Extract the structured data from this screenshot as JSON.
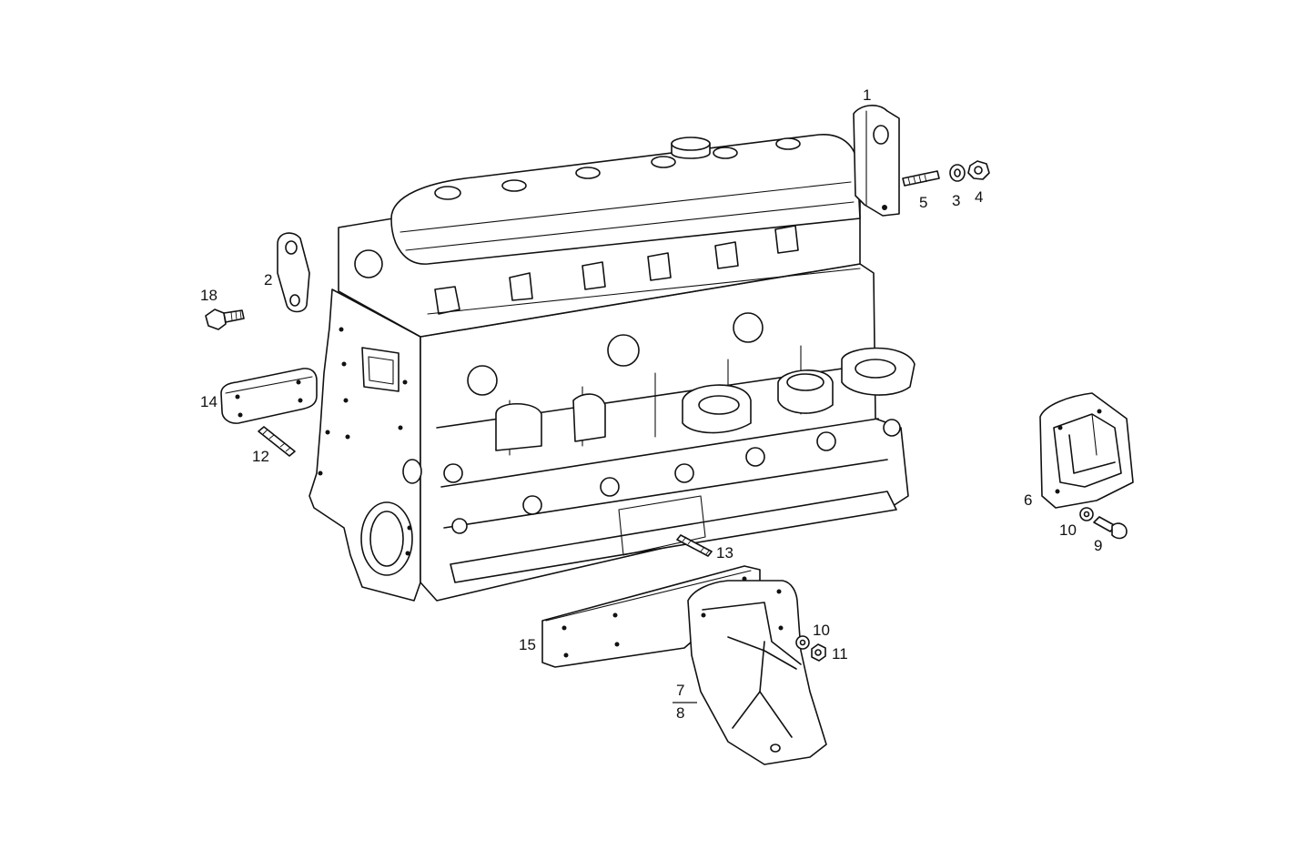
{
  "diagram": {
    "callouts": [
      {
        "id": "c1",
        "text": "1"
      },
      {
        "id": "c2",
        "text": "2"
      },
      {
        "id": "c3",
        "text": "3"
      },
      {
        "id": "c4",
        "text": "4"
      },
      {
        "id": "c5",
        "text": "5"
      },
      {
        "id": "c6",
        "text": "6"
      },
      {
        "id": "c7",
        "text": "7"
      },
      {
        "id": "c8",
        "text": "8"
      },
      {
        "id": "c9",
        "text": "9"
      },
      {
        "id": "c10a",
        "text": "10"
      },
      {
        "id": "c10b",
        "text": "10"
      },
      {
        "id": "c11",
        "text": "11"
      },
      {
        "id": "c12",
        "text": "12"
      },
      {
        "id": "c13",
        "text": "13"
      },
      {
        "id": "c14",
        "text": "14"
      },
      {
        "id": "c15",
        "text": "15"
      },
      {
        "id": "c18",
        "text": "18"
      }
    ]
  }
}
